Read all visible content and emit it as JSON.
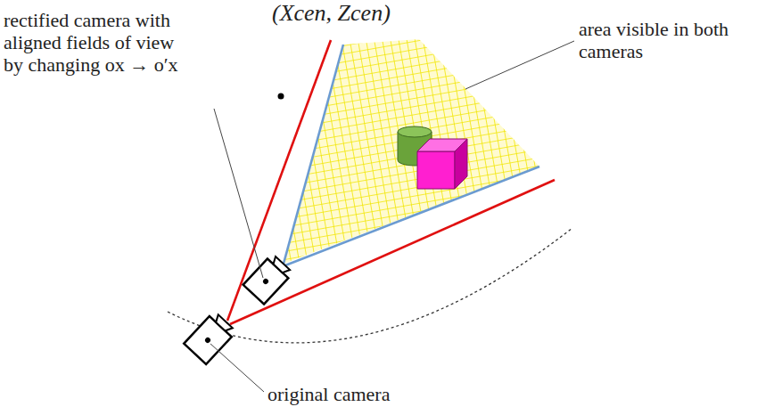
{
  "diagram": {
    "labels": [
      "(Xcen, Zcen)",
      "rectified camera with aligned fields of view by changing ox → o′x",
      "area visible in both cameras",
      "original camera"
    ]
  }
}
